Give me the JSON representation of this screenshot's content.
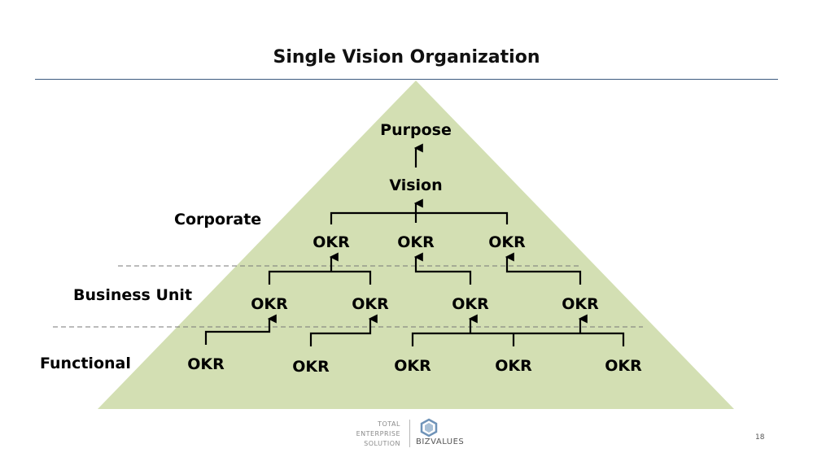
{
  "slide": {
    "title": "Single Vision Organization",
    "page_number": "18"
  },
  "colors": {
    "pyramid_fill": "#d3dfb3",
    "title_rule": "#3d5a80",
    "connector": "#000000",
    "level_divider": "#777777"
  },
  "levels": {
    "corporate": "Corporate",
    "business_unit": "Business Unit",
    "functional": "Functional"
  },
  "pyramid": {
    "purpose": "Purpose",
    "vision": "Vision",
    "corporate_okrs": [
      "OKR",
      "OKR",
      "OKR"
    ],
    "business_unit_okrs": [
      "OKR",
      "OKR",
      "OKR",
      "OKR"
    ],
    "functional_okrs": [
      "OKR",
      "OKR",
      "OKR",
      "OKR",
      "OKR"
    ]
  },
  "footer": {
    "tagline": [
      "TOTAL",
      "ENTERPRISE",
      "SOLUTION"
    ],
    "brand": "BIZVALUES",
    "logo_icon": "bizvalues-logo-icon"
  }
}
